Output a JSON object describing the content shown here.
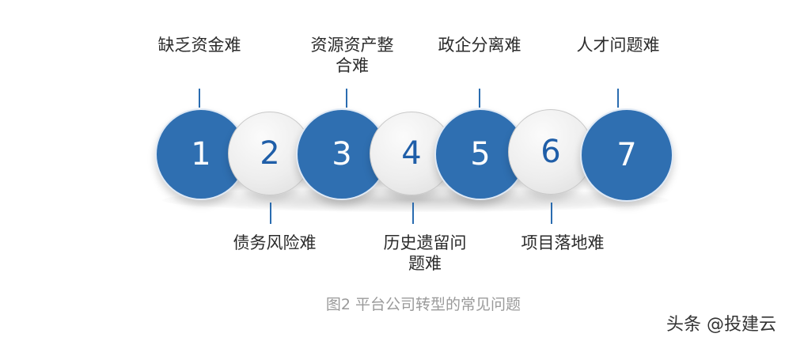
{
  "diagram": {
    "items": [
      {
        "number": "1",
        "label_line1": "缺乏资金难",
        "label_line2": "",
        "style": "blue",
        "label_position": "top"
      },
      {
        "number": "2",
        "label_line1": "债务风险难",
        "label_line2": "",
        "style": "gray",
        "label_position": "bottom"
      },
      {
        "number": "3",
        "label_line1": "资源资产整",
        "label_line2": "合难",
        "style": "blue",
        "label_position": "top"
      },
      {
        "number": "4",
        "label_line1": "历史遗留问",
        "label_line2": "题难",
        "style": "gray",
        "label_position": "bottom"
      },
      {
        "number": "5",
        "label_line1": "政企分离难",
        "label_line2": "",
        "style": "blue",
        "label_position": "top"
      },
      {
        "number": "6",
        "label_line1": "项目落地难",
        "label_line2": "",
        "style": "gray",
        "label_position": "bottom"
      },
      {
        "number": "7",
        "label_line1": "人才问题难",
        "label_line2": "",
        "style": "blue",
        "label_position": "top"
      }
    ],
    "colors": {
      "blue": "#2f6fb1",
      "gray": "#eeeeee",
      "line": "#2a6cb0",
      "text": "#2b2b2b"
    }
  },
  "caption": "图2 平台公司转型的常见问题",
  "watermark": "头条 @投建云"
}
